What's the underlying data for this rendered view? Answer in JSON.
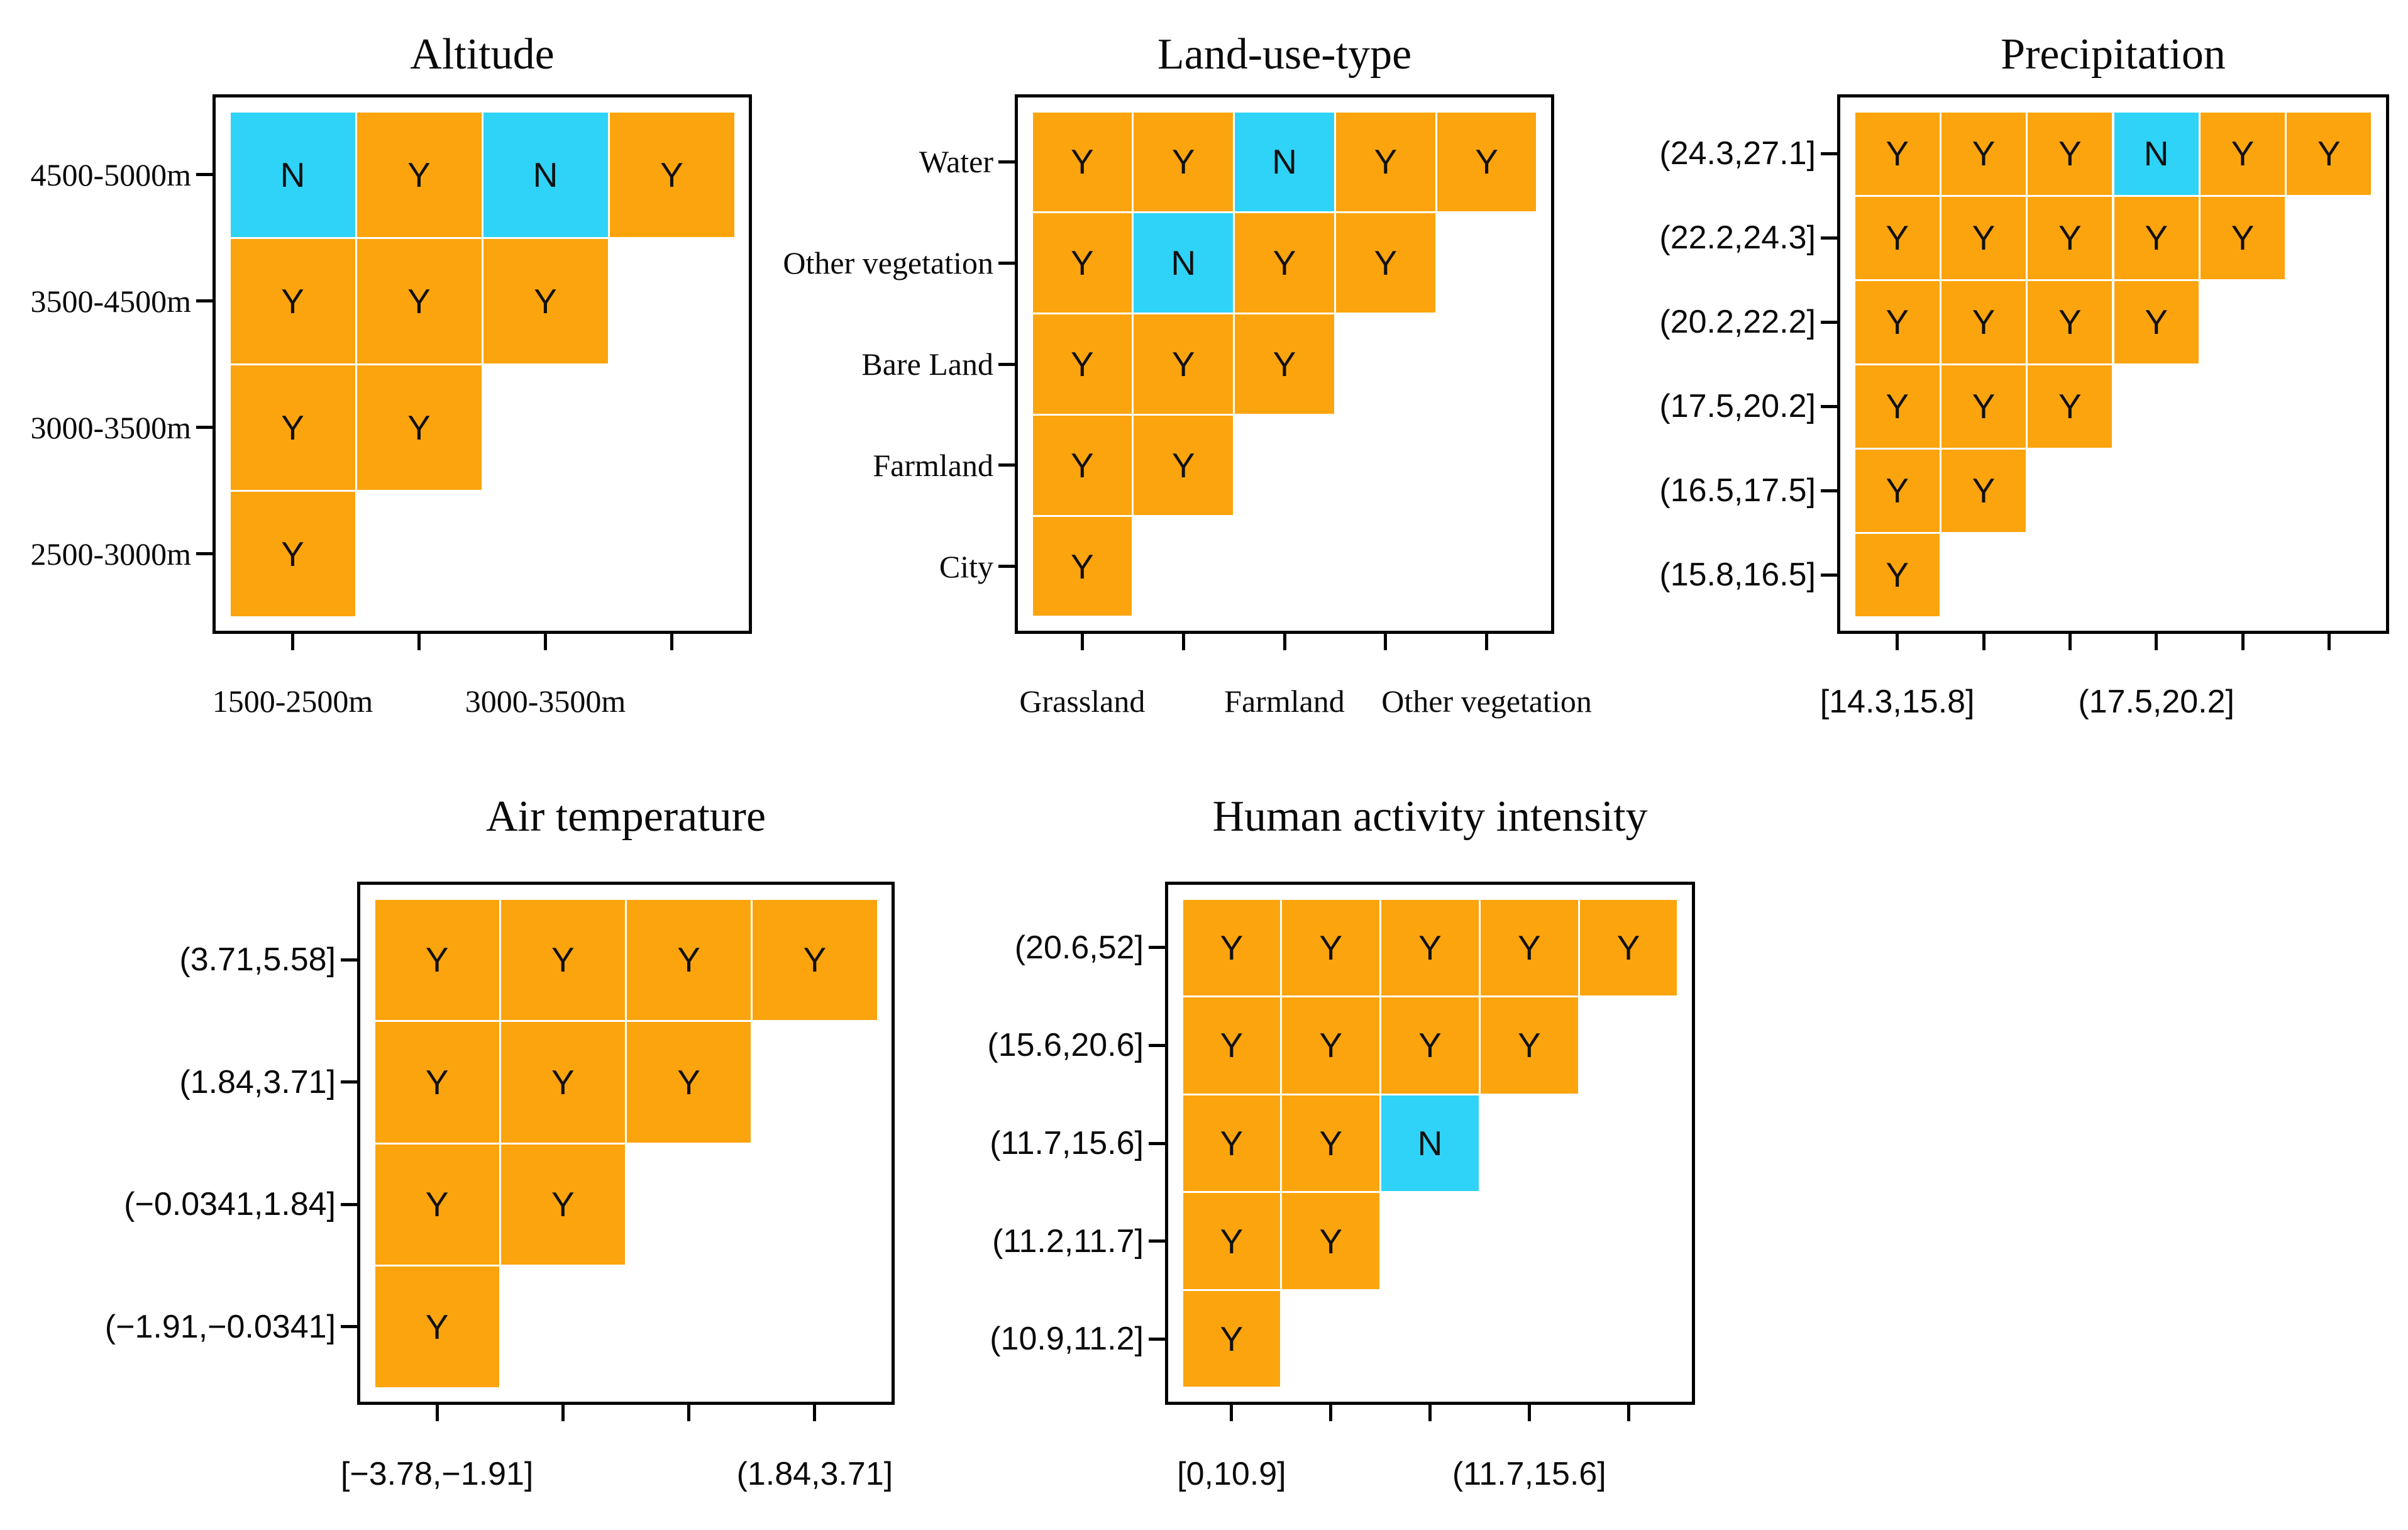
{
  "colors": {
    "value_palette": {
      "Y": "#FCA40D",
      "N": "#2FD3F7"
    },
    "cell_gap": "#FFFFFF",
    "axis": "#000000",
    "text": "#0A0A0A",
    "background": "#FFFFFF"
  },
  "chart_data": [
    {
      "type": "heatmap",
      "title": "Altitude",
      "y_tick_labels": [
        "4500-5000m",
        "3500-4500m",
        "3000-3500m",
        "2500-3000m"
      ],
      "x_tick_count": 4,
      "x_tick_labels": [
        {
          "col": 0,
          "text": "1500-2500m"
        },
        {
          "col": 2,
          "text": "3000-3500m"
        }
      ],
      "cells": [
        [
          "N",
          "Y",
          "N",
          "Y"
        ],
        [
          "Y",
          "Y",
          "Y"
        ],
        [
          "Y",
          "Y"
        ],
        [
          "Y"
        ]
      ]
    },
    {
      "type": "heatmap",
      "title": "Land-use-type",
      "y_tick_labels": [
        "Water",
        "Other vegetation",
        "Bare Land",
        "Farmland",
        "City"
      ],
      "x_tick_count": 5,
      "x_tick_labels": [
        {
          "col": 0,
          "text": "Grassland"
        },
        {
          "col": 2,
          "text": "Farmland"
        },
        {
          "col": 4,
          "text": "Other vegetation"
        }
      ],
      "cells": [
        [
          "Y",
          "Y",
          "N",
          "Y",
          "Y"
        ],
        [
          "Y",
          "N",
          "Y",
          "Y"
        ],
        [
          "Y",
          "Y",
          "Y"
        ],
        [
          "Y",
          "Y"
        ],
        [
          "Y"
        ]
      ]
    },
    {
      "type": "heatmap",
      "title": "Precipitation",
      "y_tick_labels": [
        "(24.3,27.1]",
        "(22.2,24.3]",
        "(20.2,22.2]",
        "(17.5,20.2]",
        "(16.5,17.5]",
        "(15.8,16.5]"
      ],
      "x_tick_count": 6,
      "x_tick_labels": [
        {
          "col": 0,
          "text": "[14.3,15.8]"
        },
        {
          "col": 3,
          "text": "(17.5,20.2]"
        }
      ],
      "cells": [
        [
          "Y",
          "Y",
          "Y",
          "N",
          "Y",
          "Y"
        ],
        [
          "Y",
          "Y",
          "Y",
          "Y",
          "Y"
        ],
        [
          "Y",
          "Y",
          "Y",
          "Y"
        ],
        [
          "Y",
          "Y",
          "Y"
        ],
        [
          "Y",
          "Y"
        ],
        [
          "Y"
        ]
      ]
    },
    {
      "type": "heatmap",
      "title": "Air temperature",
      "y_tick_labels": [
        "(3.71,5.58]",
        "(1.84,3.71]",
        "(−0.0341,1.84]",
        "(−1.91,−0.0341]"
      ],
      "x_tick_count": 4,
      "x_tick_labels": [
        {
          "col": 0,
          "text": "[−3.78,−1.91]"
        },
        {
          "col": 3,
          "text": "(1.84,3.71]"
        }
      ],
      "cells": [
        [
          "Y",
          "Y",
          "Y",
          "Y"
        ],
        [
          "Y",
          "Y",
          "Y"
        ],
        [
          "Y",
          "Y"
        ],
        [
          "Y"
        ]
      ]
    },
    {
      "type": "heatmap",
      "title": "Human activity intensity",
      "y_tick_labels": [
        "(20.6,52]",
        "(15.6,20.6]",
        "(11.7,15.6]",
        "(11.2,11.7]",
        "(10.9,11.2]"
      ],
      "x_tick_count": 5,
      "x_tick_labels": [
        {
          "col": 0,
          "text": "[0,10.9]"
        },
        {
          "col": 3,
          "text": "(11.7,15.6]"
        }
      ],
      "cells": [
        [
          "Y",
          "Y",
          "Y",
          "Y",
          "Y"
        ],
        [
          "Y",
          "Y",
          "Y",
          "Y"
        ],
        [
          "Y",
          "Y",
          "N"
        ],
        [
          "Y",
          "Y"
        ],
        [
          "Y"
        ]
      ]
    }
  ]
}
